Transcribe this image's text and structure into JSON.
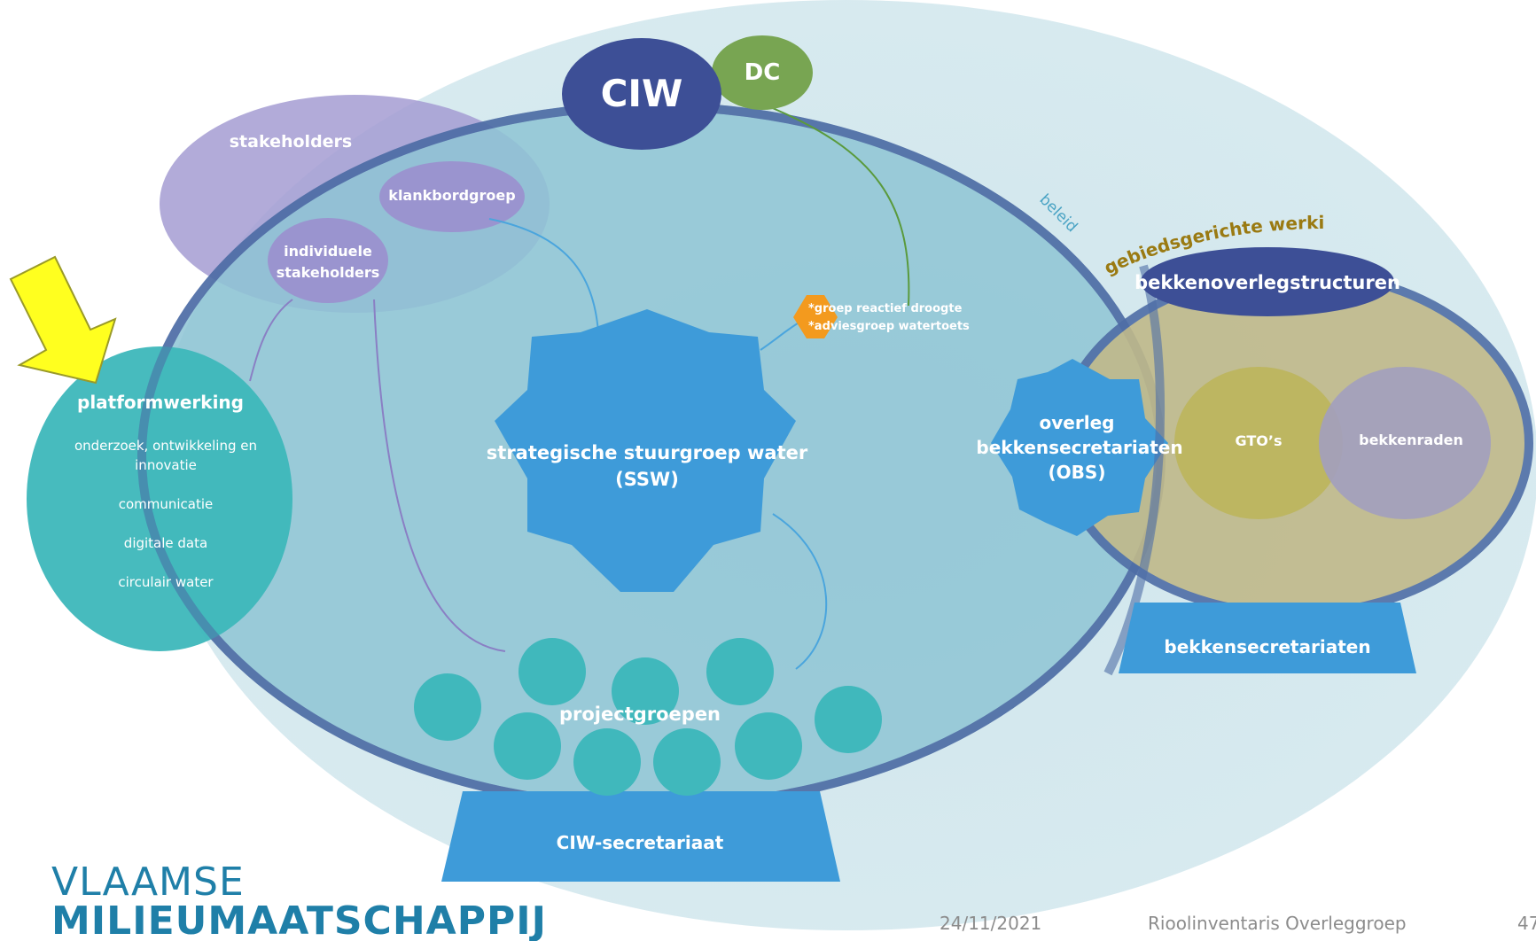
{
  "ciw": "CIW",
  "dc": "DC",
  "beleid": "beleid",
  "gebiedsgerichte_werking": "gebiedsgerichte werking",
  "stakeholders": {
    "title": "stakeholders",
    "klankbordgroep": "klankbordgroep",
    "individuele_line1": "individuele",
    "individuele_line2": "stakeholders"
  },
  "platformwerking": {
    "title": "platformwerking",
    "item1_line1": "onderzoek, ontwikkeling en",
    "item1_line2": "innovatie",
    "item2": "communicatie",
    "item3": "digitale data",
    "item4": "circulair water"
  },
  "ssw": {
    "line1": "strategische stuurgroep water",
    "line2": "(SSW)"
  },
  "groups_note": {
    "line1": "*groep reactief droogte",
    "line2": "*adviesgroep watertoets"
  },
  "obs": {
    "line1": "overleg",
    "line2": "bekkensecretariaten",
    "line3": "(OBS)"
  },
  "bekkenoverlegstructuren": "bekkenoverlegstructuren",
  "gtos": "GTO’s",
  "bekkenraden": "bekkenraden",
  "bekkensecretariaten": "bekkensecretariaten",
  "projectgroepen": "projectgroepen",
  "ciw_secretariaat": "CIW-secretariaat",
  "brand": {
    "line1": "VLAAMSE",
    "line2": "MILIEUMAATSCHAPPIJ"
  },
  "footer": {
    "date": "24/11/2021",
    "title": "Rioolinventaris Overleggroep",
    "page": "47"
  },
  "colors": {
    "outer": "#d4e8ee",
    "main_circle": "#92c7d6",
    "main_border": "#4d6ca0",
    "ciw": "#3d4f96",
    "dc": "#7aa654",
    "gear": "#3d9ad8",
    "teal": "#40b8bc",
    "olive": "#bfb98a",
    "orange": "#f39a1e",
    "arrow": "#ffff1f"
  }
}
